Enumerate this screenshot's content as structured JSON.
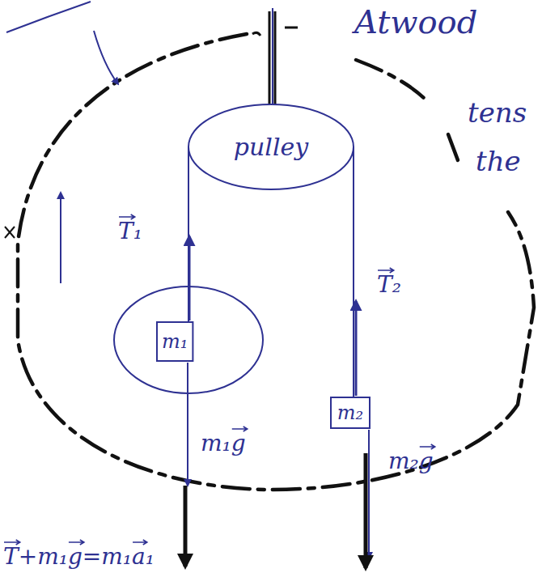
{
  "diagram": {
    "nodes": [
      {
        "text": [
          "pulley"
        ]
      },
      {
        "text": [
          "m₁"
        ]
      },
      {
        "text": [
          "m₂"
        ]
      }
    ],
    "edges": [
      {
        "from": 0,
        "to": 1,
        "arrow": "none"
      },
      {
        "from": 0,
        "to": 2,
        "arrow": "none"
      }
    ],
    "labels": [
      "Atwood",
      "tens",
      "the",
      "T₁",
      "T₂",
      "m₁g",
      "m₂g",
      "T+m₁g=m₁a₁"
    ]
  }
}
